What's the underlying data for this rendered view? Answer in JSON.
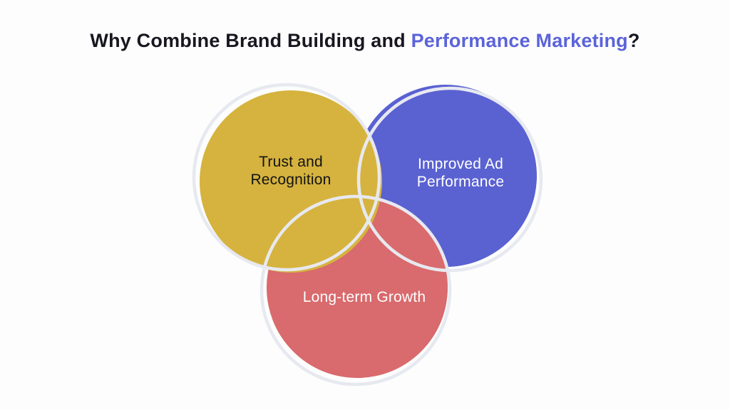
{
  "title": {
    "prefix": "Why Combine Brand Building and ",
    "highlight": "Performance Marketing",
    "suffix": "?"
  },
  "diagram": {
    "type": "venn",
    "circles": [
      {
        "id": "trust-and-recognition",
        "label_lines": [
          "Trust and",
          "Recognition"
        ],
        "fill": "#D6B33E",
        "text_color": "#131313"
      },
      {
        "id": "improved-ad-performance",
        "label_lines": [
          "Improved Ad",
          "Performance"
        ],
        "fill": "#5A61D1",
        "text_color": "#FFFFFF"
      },
      {
        "id": "long-term-growth",
        "label_lines": [
          "Long-term Growth"
        ],
        "fill": "#D96A6D",
        "text_color": "#FFFFFF"
      }
    ]
  },
  "colors": {
    "background": "#FDFDFD",
    "title_text": "#17171F",
    "accent": "#5B63D9",
    "ring": "#E7E9F0"
  }
}
